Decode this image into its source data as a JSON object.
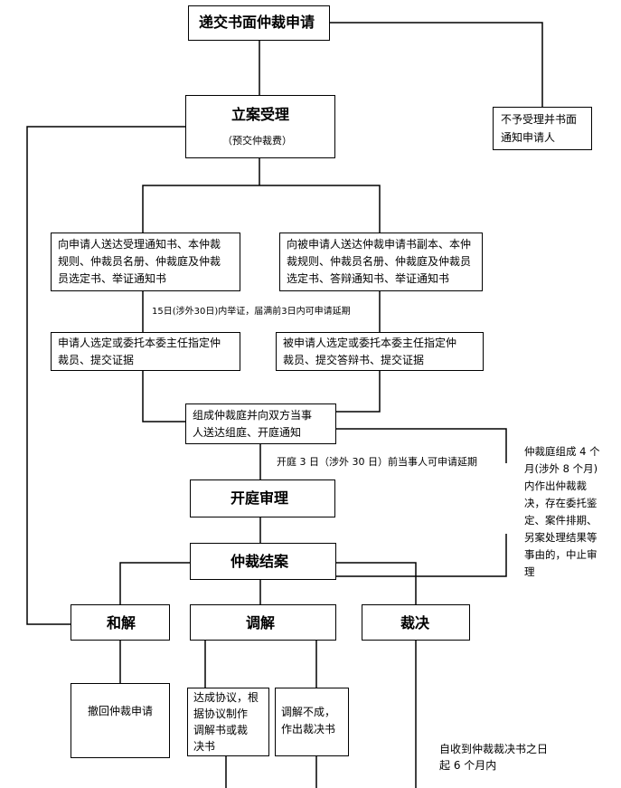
{
  "nodes": {
    "submit": "递交书面仲裁申请",
    "reject_line1": "不予受理并书面",
    "reject_line2": "通知申请人",
    "accept_title": "立案受理",
    "accept_sub": "（预交仲裁费）",
    "left_notice_1": "向申请人送达受理通知书、本仲裁",
    "left_notice_2": "规则、仲裁员名册、仲裁庭及仲裁",
    "left_notice_3": "员选定书、举证通知书",
    "right_notice_1": "向被申请人送达仲裁申请书副本、本仲",
    "right_notice_2": "裁规则、仲裁员名册、仲裁庭及仲裁员",
    "right_notice_3": "选定书、答辩通知书、举证通知书",
    "deadline_note": "15日(涉外30日)内举证，届满前3日内可申请延期",
    "left_select_1": "申请人选定或委托本委主任指定仲",
    "left_select_2": "裁员、提交证据",
    "right_select_1": "被申请人选定或委托本委主任指定仲",
    "right_select_2": "裁员、提交答辩书、提交证据",
    "tribunal_1": "组成仲裁庭并向双方当事",
    "tribunal_2": "人送达组庭、开庭通知",
    "hearing_note": "开庭 3 日（涉外 30 日）前当事人可申请延期",
    "hearing": "开庭审理",
    "side_note": [
      "仲裁庭组成 4 个",
      "月(涉外 8 个月)",
      "内作出仲裁裁",
      "决，存在委托鉴",
      "定、案件排期、",
      "另案处理结果等",
      "事由的，中止审",
      "理"
    ],
    "close": "仲裁结案",
    "settle": "和解",
    "mediate": "调解",
    "award": "裁决",
    "withdraw": "撤回仲裁申请",
    "agreement": [
      "达成协议，根",
      "据协议制作",
      "调解书或裁",
      "决书"
    ],
    "no_agreement": [
      "调解不成，",
      "作出裁决书"
    ],
    "award_note": [
      "自收到仲裁裁决书之日",
      "起 6 个月内"
    ]
  }
}
